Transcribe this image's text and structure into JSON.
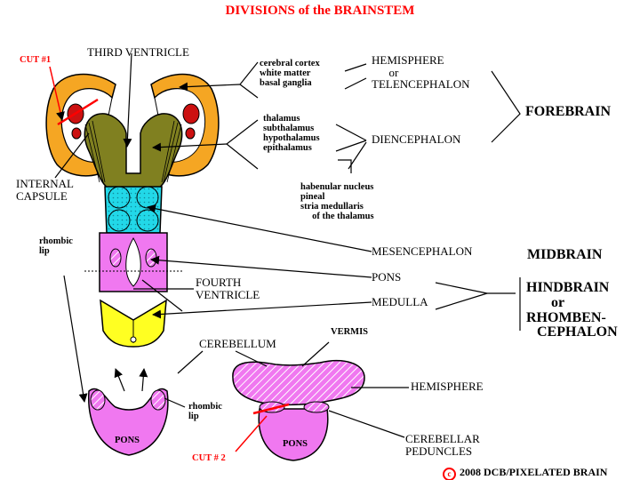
{
  "title": "DIVISIONS of the BRAINSTEM",
  "labels": {
    "cut1": "CUT #1",
    "third_ventricle": "THIRD VENTRICLE",
    "cortex_list": "cerebral cortex\nwhite matter\nbasal ganglia",
    "hemisphere_tel": "HEMISPHERE\n      or\nTELENCEPHALON",
    "forebrain": "FOREBRAIN",
    "thalamus_list": "thalamus\nsubthalamus\nhypothalamus\nepithalamus",
    "diencephalon": "DIENCEPHALON",
    "internal_capsule": "INTERNAL\nCAPSULE",
    "habenular_list": "habenular nucleus\npineal\nstria medullaris\n     of the thalamus",
    "rhombic_lip_top": "rhombic\nlip",
    "mesencephalon": "MESENCEPHALON",
    "midbrain": "MIDBRAIN",
    "pons": "PONS",
    "fourth_ventricle": "FOURTH\nVENTRICLE",
    "medulla": "MEDULLA",
    "hindbrain": "HINDBRAIN\n       or\nRHOMBEN-\n   CEPHALON",
    "cerebellum": "CEREBELLUM",
    "vermis": "VERMIS",
    "hemisphere": "HEMISPHERE",
    "rhombic_lip_bottom": "rhombic\nlip",
    "pons_left": "PONS",
    "pons_right": "PONS",
    "cut2": "CUT # 2",
    "cerebellar_peduncles": "CEREBELLAR\nPEDUNCLES",
    "copyright": "2008  DCB/PIXELATED BRAIN"
  },
  "colors": {
    "title": "#ff0000",
    "cortex": "#f5a623",
    "diencephalon": "#808020",
    "mesencephalon": "#22d8e8",
    "pons": "#f078f0",
    "cerebellum": "#ffff22",
    "basal_ganglia": "#cc1111",
    "cut": "#ff0000"
  },
  "icons": {
    "copyright": "copyright-icon"
  }
}
